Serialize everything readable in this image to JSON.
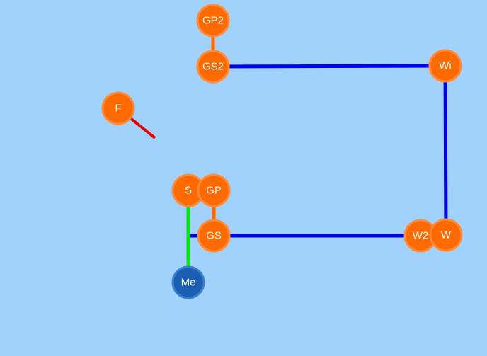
{
  "colors": {
    "background": "#a1d2fc",
    "node_orange": "#ff6a00",
    "node_blue": "#1a5fb4",
    "edge_blue": "#0000ee",
    "edge_orange": "#ff6a00",
    "edge_green": "#00ee00",
    "edge_red": "#ee0000"
  },
  "nodes": [
    {
      "id": "GP2",
      "label": "GP2",
      "color": "orange"
    },
    {
      "id": "GS2",
      "label": "GS2",
      "color": "orange"
    },
    {
      "id": "Wi",
      "label": "Wi",
      "color": "orange"
    },
    {
      "id": "F",
      "label": "F",
      "color": "orange"
    },
    {
      "id": "S",
      "label": "S",
      "color": "orange"
    },
    {
      "id": "GP",
      "label": "GP",
      "color": "orange"
    },
    {
      "id": "GS",
      "label": "GS",
      "color": "orange"
    },
    {
      "id": "W2",
      "label": "W2",
      "color": "orange"
    },
    {
      "id": "W",
      "label": "W",
      "color": "orange"
    },
    {
      "id": "Me",
      "label": "Me",
      "color": "blue"
    }
  ],
  "edges": [
    {
      "from": "GP2",
      "to": "GS2",
      "color": "orange"
    },
    {
      "from": "GS2",
      "to": "Wi",
      "color": "blue"
    },
    {
      "from": "Wi",
      "to": "W",
      "color": "blue"
    },
    {
      "from": "GS",
      "to": "W2",
      "color": "blue"
    },
    {
      "from": "GP",
      "to": "GS",
      "color": "orange"
    },
    {
      "from": "S",
      "to": "Me",
      "color": "green"
    },
    {
      "from": "F",
      "to": null,
      "color": "red"
    }
  ]
}
